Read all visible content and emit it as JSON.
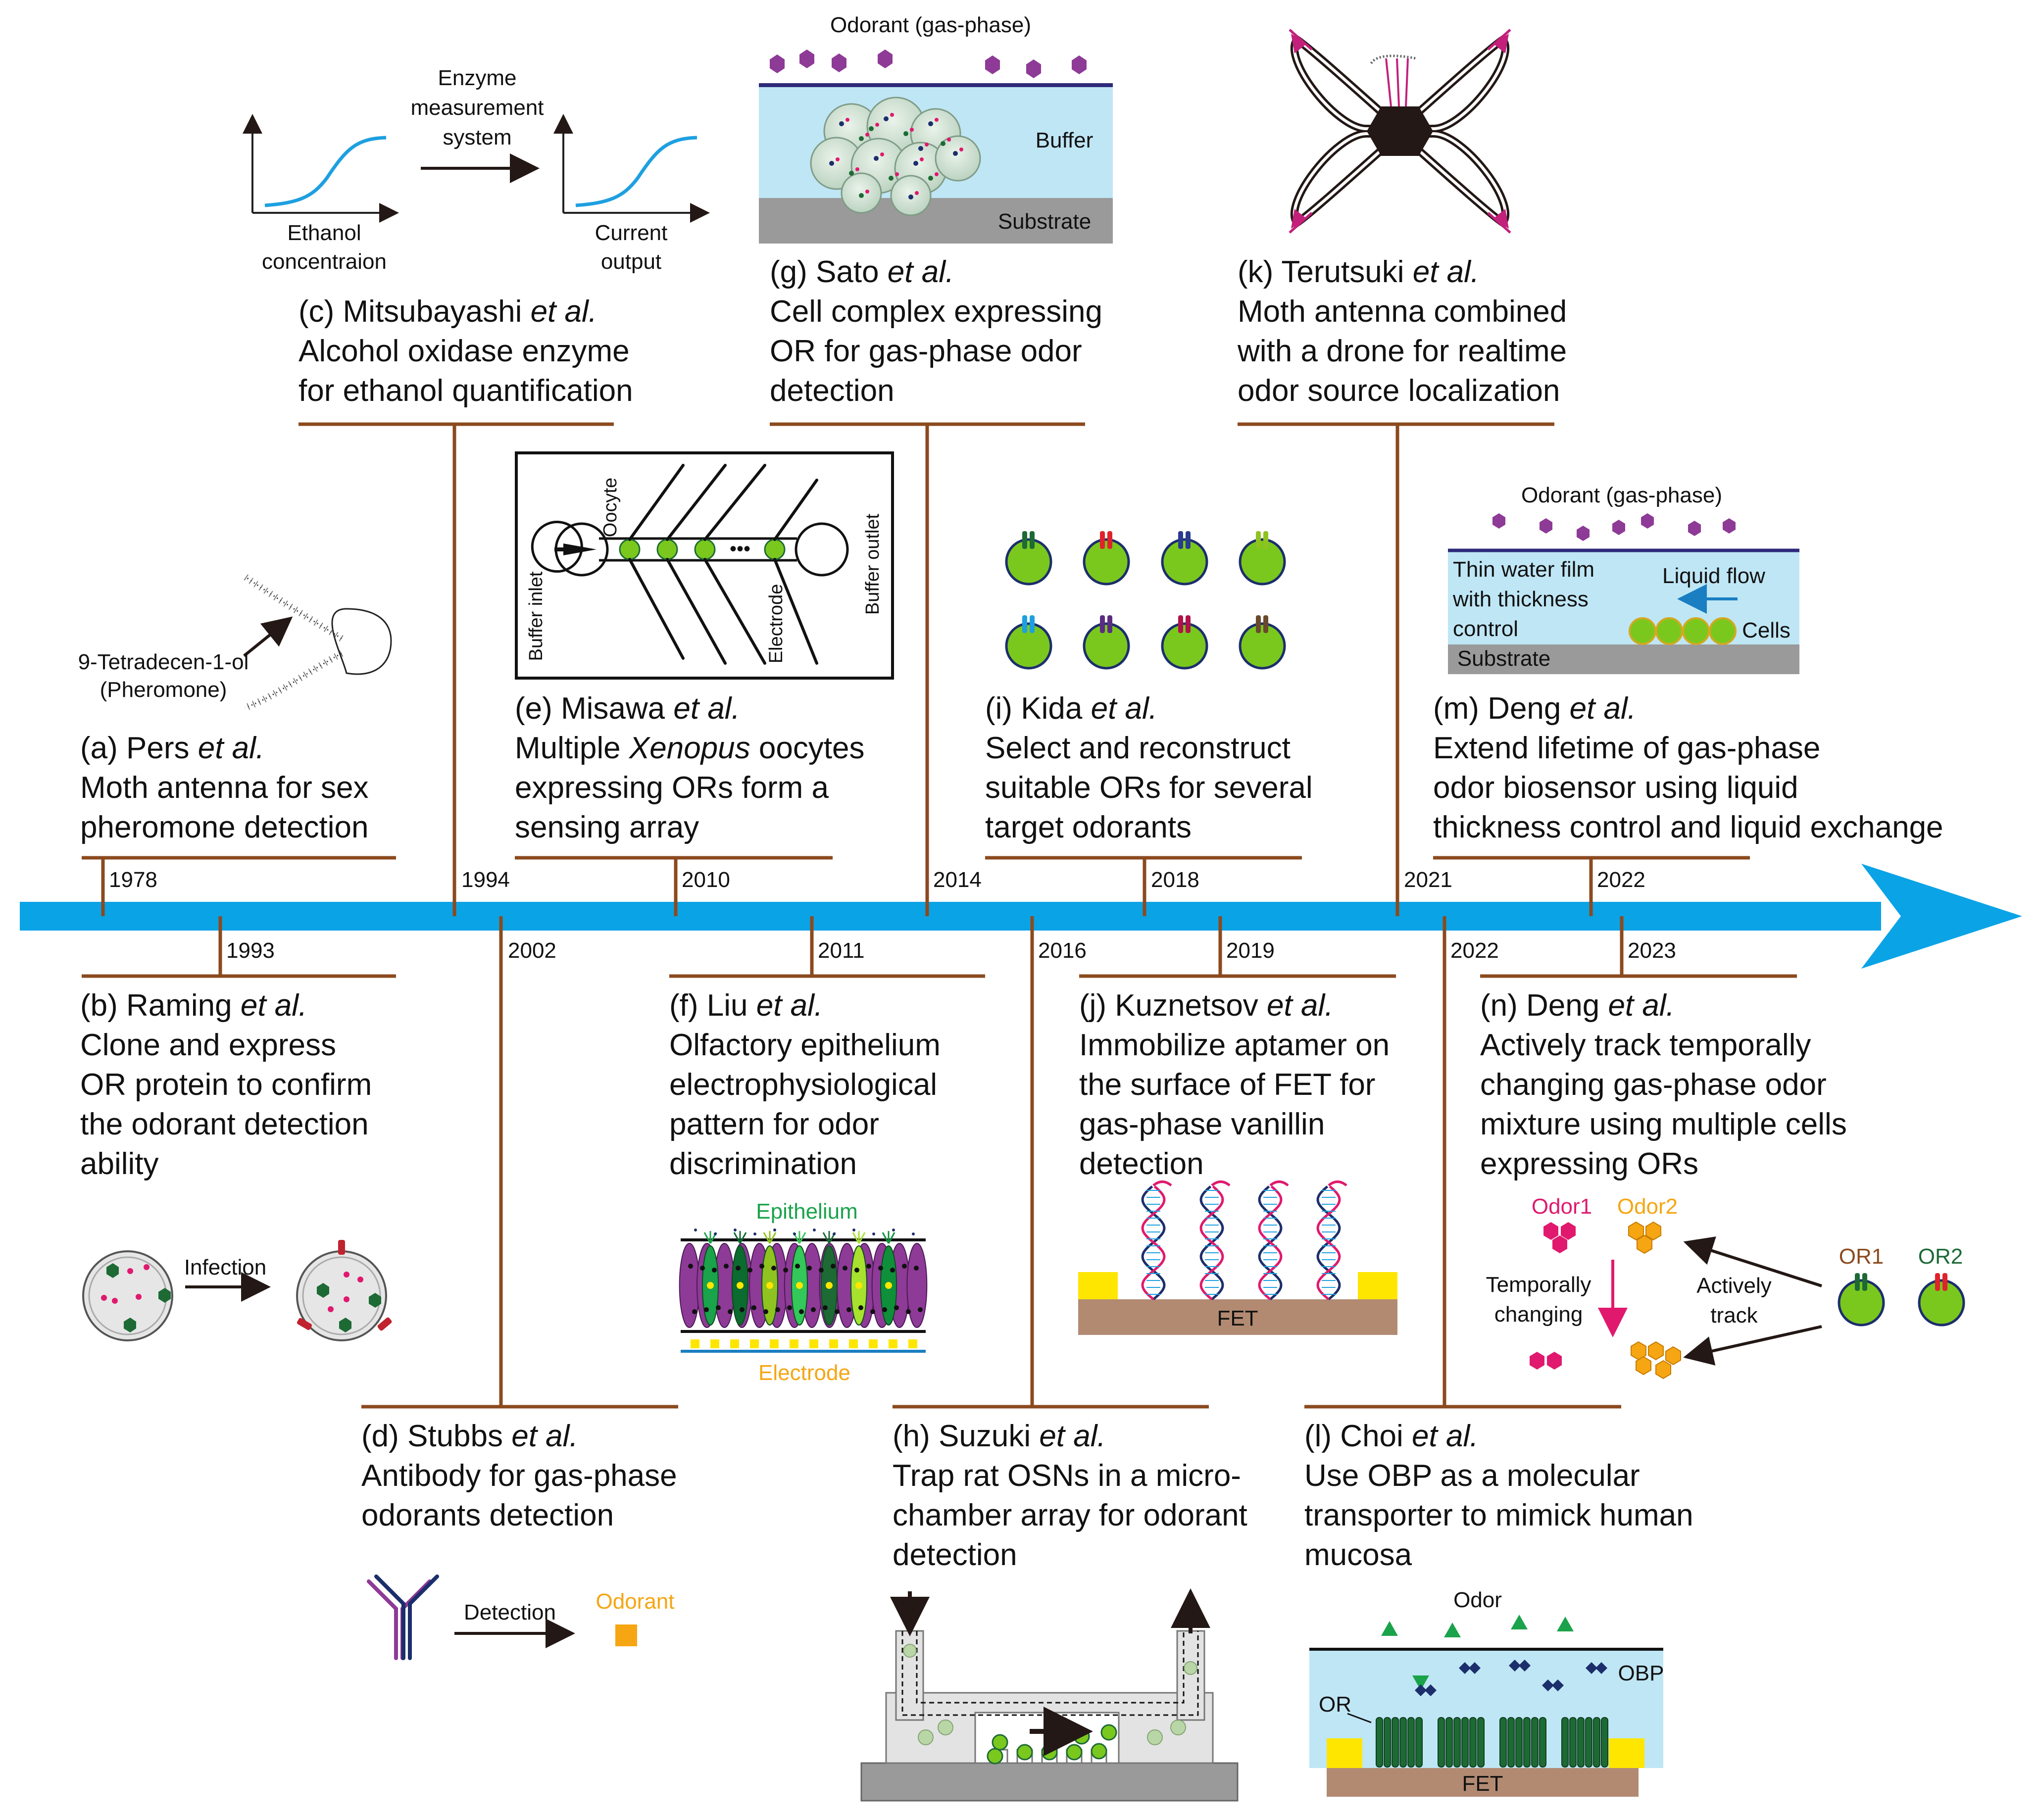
{
  "colors": {
    "axis": "#0aa3e6",
    "connector": "#8b4a1e",
    "buffer": "#bfe6f5",
    "substrate": "#9a9a9a",
    "fet": "#b28a72",
    "cell_green": "#7ac81e",
    "odorant_purple": "#8e3a97",
    "magenta": "#e0196e",
    "orange": "#f5a612",
    "dark_green": "#1d6a35",
    "navy": "#1c2e6b"
  },
  "years": {
    "a": "1978",
    "b": "1993",
    "c": "1994",
    "d": "2002",
    "e": "2010",
    "f": "2011",
    "g": "2014",
    "h": "2016",
    "i": "2018",
    "j": "2019",
    "k": "2021",
    "l": "2022",
    "m": "2022",
    "n": "2023"
  },
  "entries": {
    "a": {
      "label": "(a) Pers ",
      "etal": "et al.",
      "desc": [
        "Moth antenna for sex",
        "pheromone detection"
      ]
    },
    "b": {
      "label": "(b) Raming ",
      "etal": "et al.",
      "desc": [
        "Clone and express",
        "OR protein to confirm",
        "the odorant detection",
        "ability"
      ]
    },
    "c": {
      "label": "(c) Mitsubayashi ",
      "etal": "et al.",
      "desc": [
        "Alcohol oxidase enzyme",
        "for ethanol quantification"
      ]
    },
    "d": {
      "label": "(d) Stubbs ",
      "etal": "et al.",
      "desc": [
        "Antibody for gas-phase",
        "odorants detection"
      ]
    },
    "e": {
      "label": "(e) Misawa ",
      "etal": "et al.",
      "desc1_pre": "Multiple ",
      "desc1_italic": "Xenopus",
      "desc1_post": " oocytes",
      "desc": [
        "expressing ORs form a",
        "sensing array"
      ]
    },
    "f": {
      "label": "(f) Liu ",
      "etal": "et al.",
      "desc": [
        "Olfactory epithelium",
        "electrophysiological",
        "pattern for odor",
        "discrimination"
      ]
    },
    "g": {
      "label": "(g) Sato ",
      "etal": "et al.",
      "desc": [
        "Cell complex expressing",
        "OR for gas-phase odor",
        "detection"
      ]
    },
    "h": {
      "label": "(h) Suzuki ",
      "etal": "et al.",
      "desc": [
        "Trap rat OSNs in a micro-",
        "chamber array for odorant",
        "detection"
      ]
    },
    "i": {
      "label": "(i) Kida ",
      "etal": "et al.",
      "desc": [
        "Select and reconstruct",
        "suitable ORs for several",
        "target odorants"
      ]
    },
    "j": {
      "label": "(j) Kuznetsov ",
      "etal": "et al.",
      "desc": [
        "Immobilize aptamer on",
        "the surface of FET for",
        "gas-phase vanillin",
        "detection"
      ]
    },
    "k": {
      "label": "(k) Terutsuki ",
      "etal": "et al.",
      "desc": [
        "Moth antenna combined",
        "with a drone for realtime",
        "odor source localization"
      ]
    },
    "l": {
      "label": "(l) Choi ",
      "etal": "et al.",
      "desc": [
        "Use OBP as a molecular",
        "transporter to mimick human",
        "mucosa"
      ]
    },
    "m": {
      "label": "(m) Deng ",
      "etal": "et al.",
      "desc": [
        "Extend lifetime of gas-phase",
        "odor biosensor using liquid",
        "thickness control and liquid exchange"
      ]
    },
    "n": {
      "label": "(n) Deng ",
      "etal": "et al.",
      "desc": [
        "Actively track temporally",
        "changing gas-phase odor",
        "mixture using multiple cells",
        "expressing ORs"
      ]
    }
  },
  "illustrations": {
    "a": {
      "compound": "9-Tetradecen-1-ol",
      "compound_note": "(Pheromone)"
    },
    "b": {
      "arrow_label": "Infection"
    },
    "c": {
      "arrow_label": [
        "Enzyme",
        "measurement",
        "system"
      ],
      "xlabel_left": [
        "Ethanol",
        "concentraion"
      ],
      "xlabel_right": [
        "Current",
        "output"
      ]
    },
    "d": {
      "arrow_label": "Detection",
      "target": "Odorant"
    },
    "e": {
      "inlet": "Buffer inlet",
      "outlet": "Buffer outlet",
      "oocyte": "Oocyte",
      "electrode": "Electrode",
      "dots": "•••"
    },
    "f": {
      "top": "Epithelium",
      "bottom": "Electrode"
    },
    "g": {
      "odorant": "Odorant (gas-phase)",
      "buffer": "Buffer",
      "substrate": "Substrate"
    },
    "j": {
      "fet": "FET"
    },
    "l": {
      "odor": "Odor",
      "obp": "OBP",
      "or": "OR",
      "fet": "FET"
    },
    "m": {
      "odorant": "Odorant (gas-phase)",
      "film": [
        "Thin water film",
        "with thickness",
        "control"
      ],
      "flow": "Liquid flow",
      "cells": "Cells",
      "substrate": "Substrate"
    },
    "n": {
      "odor1": "Odor1",
      "odor2": "Odor2",
      "temporal": [
        "Temporally",
        "changing"
      ],
      "track": [
        "Actively",
        "track"
      ],
      "or1": "OR1",
      "or2": "OR2"
    }
  }
}
